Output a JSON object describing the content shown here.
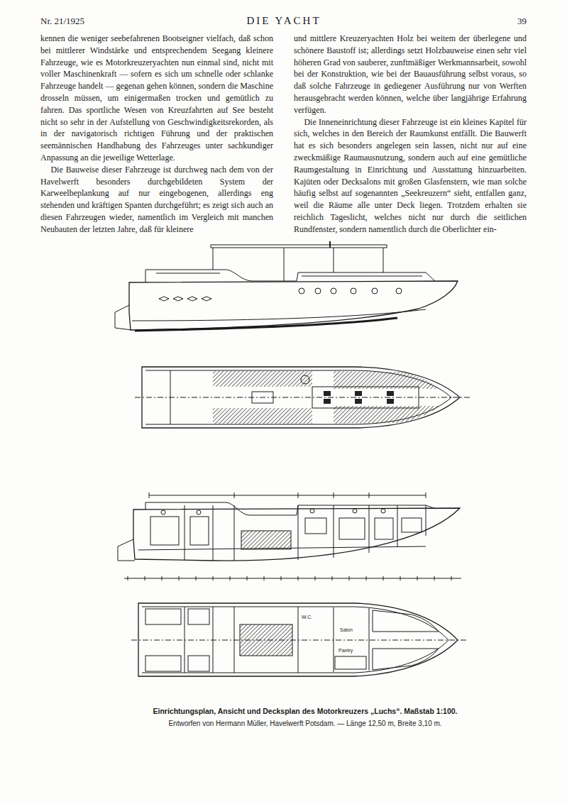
{
  "diagram": {
    "title": "DIE YACHT",
    "caption": "Einrichtungsplan, Ansicht und Decksplan des Motorkreuzers „Luchs“. Maßstab 1:100.",
    "labels": [
      "Nr. 21/1925",
      "39",
      "kennen die weniger seebefahrenen Bootseigner vielfach, daß schon bei mittlerer Windstärke und entsprechendem Seegang kleinere Fahrzeuge, wie es Motorkreuzeryachten nun einmal sind, nicht mit voller Maschinenkraft — sofern es sich um schnelle oder schlanke Fahrzeuge handelt — gegenan gehen können, sondern die Maschine drosseln müssen, um einigermaßen trocken und gemütlich zu fahren. Das sportliche Wesen von Kreuzfahrten auf See besteht nicht so sehr in der Aufstellung von Geschwindigkeitsrekorden, als in der navigatorisch richtigen Führung und der praktischen seemännischen Handhabung des Fahrzeuges unter sachkundiger Anpassung an die jeweilige Wetterlage.",
      "Die Bauweise dieser Fahrzeuge ist durchweg nach dem von der Havelwerft besonders durchgebildeten System der Karweelbeplankung auf nur eingebogenen, allerdings eng stehenden und kräftigen Spanten durchgeführt; es zeigt sich auch an diesen Fahrzeugen wieder, namentlich im Vergleich mit manchen Neubauten der letzten Jahre, daß für kleinere",
      "und mittlere Kreuzeryachten Holz bei weitem der überlegene und schönere Baustoff ist; allerdings setzt Holzbauweise einen sehr viel höheren Grad von sauberer, zunftmäßiger Werkmannsarbeit, sowohl bei der Konstruktion, wie bei der Bauausführung selbst voraus, so daß solche Fahrzeuge in gediegener Ausführung nur von Werften herausgebracht werden können, welche über langjährige Erfahrung verfügen.",
      "Die Inneneinrichtung dieser Fahrzeuge ist ein kleines Kapitel für sich, welches in den Bereich der Raumkunst entfällt. Die Bauwerft hat es sich besonders angelegen sein lassen, nicht nur auf eine zweckmäßige Raumausnutzung, sondern auch auf eine gemütliche Raumgestaltung in Einrichtung und Ausstattung hinzuarbeiten. Kajüten oder Decksalons mit großen Glasfenstern, wie man solche häufig selbst auf sogenannten „Seekreuzern“ sieht, entfallen ganz, weil die Räume alle unter Deck liegen. Trotzdem erhalten sie reichlich Tageslicht, welches nicht nur durch die seitlichen Rundfenster, sondern namentlich durch die Oberlichter ein-",
      "Entworfen von Hermann Müller, Havelwerft Potsdam. — Länge 12,50 m, Breite 3,10 m.",
      "Salon",
      "W.C.",
      "Pantry"
    ]
  }
}
